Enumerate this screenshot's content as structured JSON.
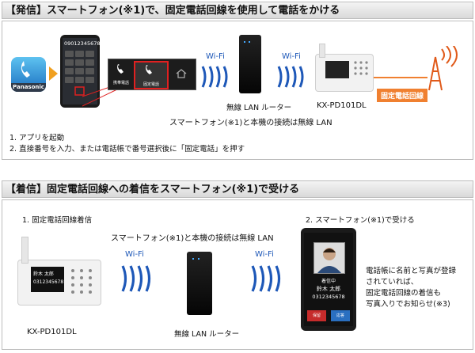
{
  "section1": {
    "title": "【発信】スマートフォン(※1)で、固定電話回線を使用して電話をかける",
    "app_name": "Panasonic",
    "phone_number": "09012345678",
    "popup_buttons": [
      "携帯電話",
      "固定電話"
    ],
    "wifi_labels": [
      "Wi-Fi",
      "Wi-Fi"
    ],
    "router_label": "無線 LAN ルーター",
    "device_label": "KX-PD101DL",
    "line_label": "固定電話回線",
    "connection_note": "スマートフォン(※1)と本機の接続は無線 LAN",
    "steps": [
      "1. アプリを起動",
      "2. 直接番号を入力、または電話帳で番号選択後に「固定電話」を押す"
    ]
  },
  "section2": {
    "title": "【着信】固定電話回線への着信をスマートフォン(※1)で受ける",
    "step1": "1. 固定電話回線着信",
    "step2": "2. スマートフォン(※1)で受ける",
    "connection_note": "スマートフォン(※1)と本機の接続は無線 LAN",
    "wifi_labels": [
      "Wi-Fi",
      "Wi-Fi"
    ],
    "device_label": "KX-PD101DL",
    "router_label": "無線 LAN ルーター",
    "device_screen_name": "鈴木 太郎",
    "device_screen_number": "0312345678",
    "phone_call_status": "着信中",
    "phone_call_name": "鈴木 太郎",
    "phone_call_number": "0312345678",
    "phone_buttons": [
      "保留",
      "応答"
    ],
    "note_lines": [
      "電話帳に名前と写真が登録",
      "されていれば、",
      "固定電話回線の着信も",
      "写真入りでお知らせ(※3)"
    ]
  },
  "colors": {
    "wifi": "#1e58b8",
    "accent": "#f08030",
    "arrow": "#f0a020",
    "tower": "#e05a1a"
  }
}
